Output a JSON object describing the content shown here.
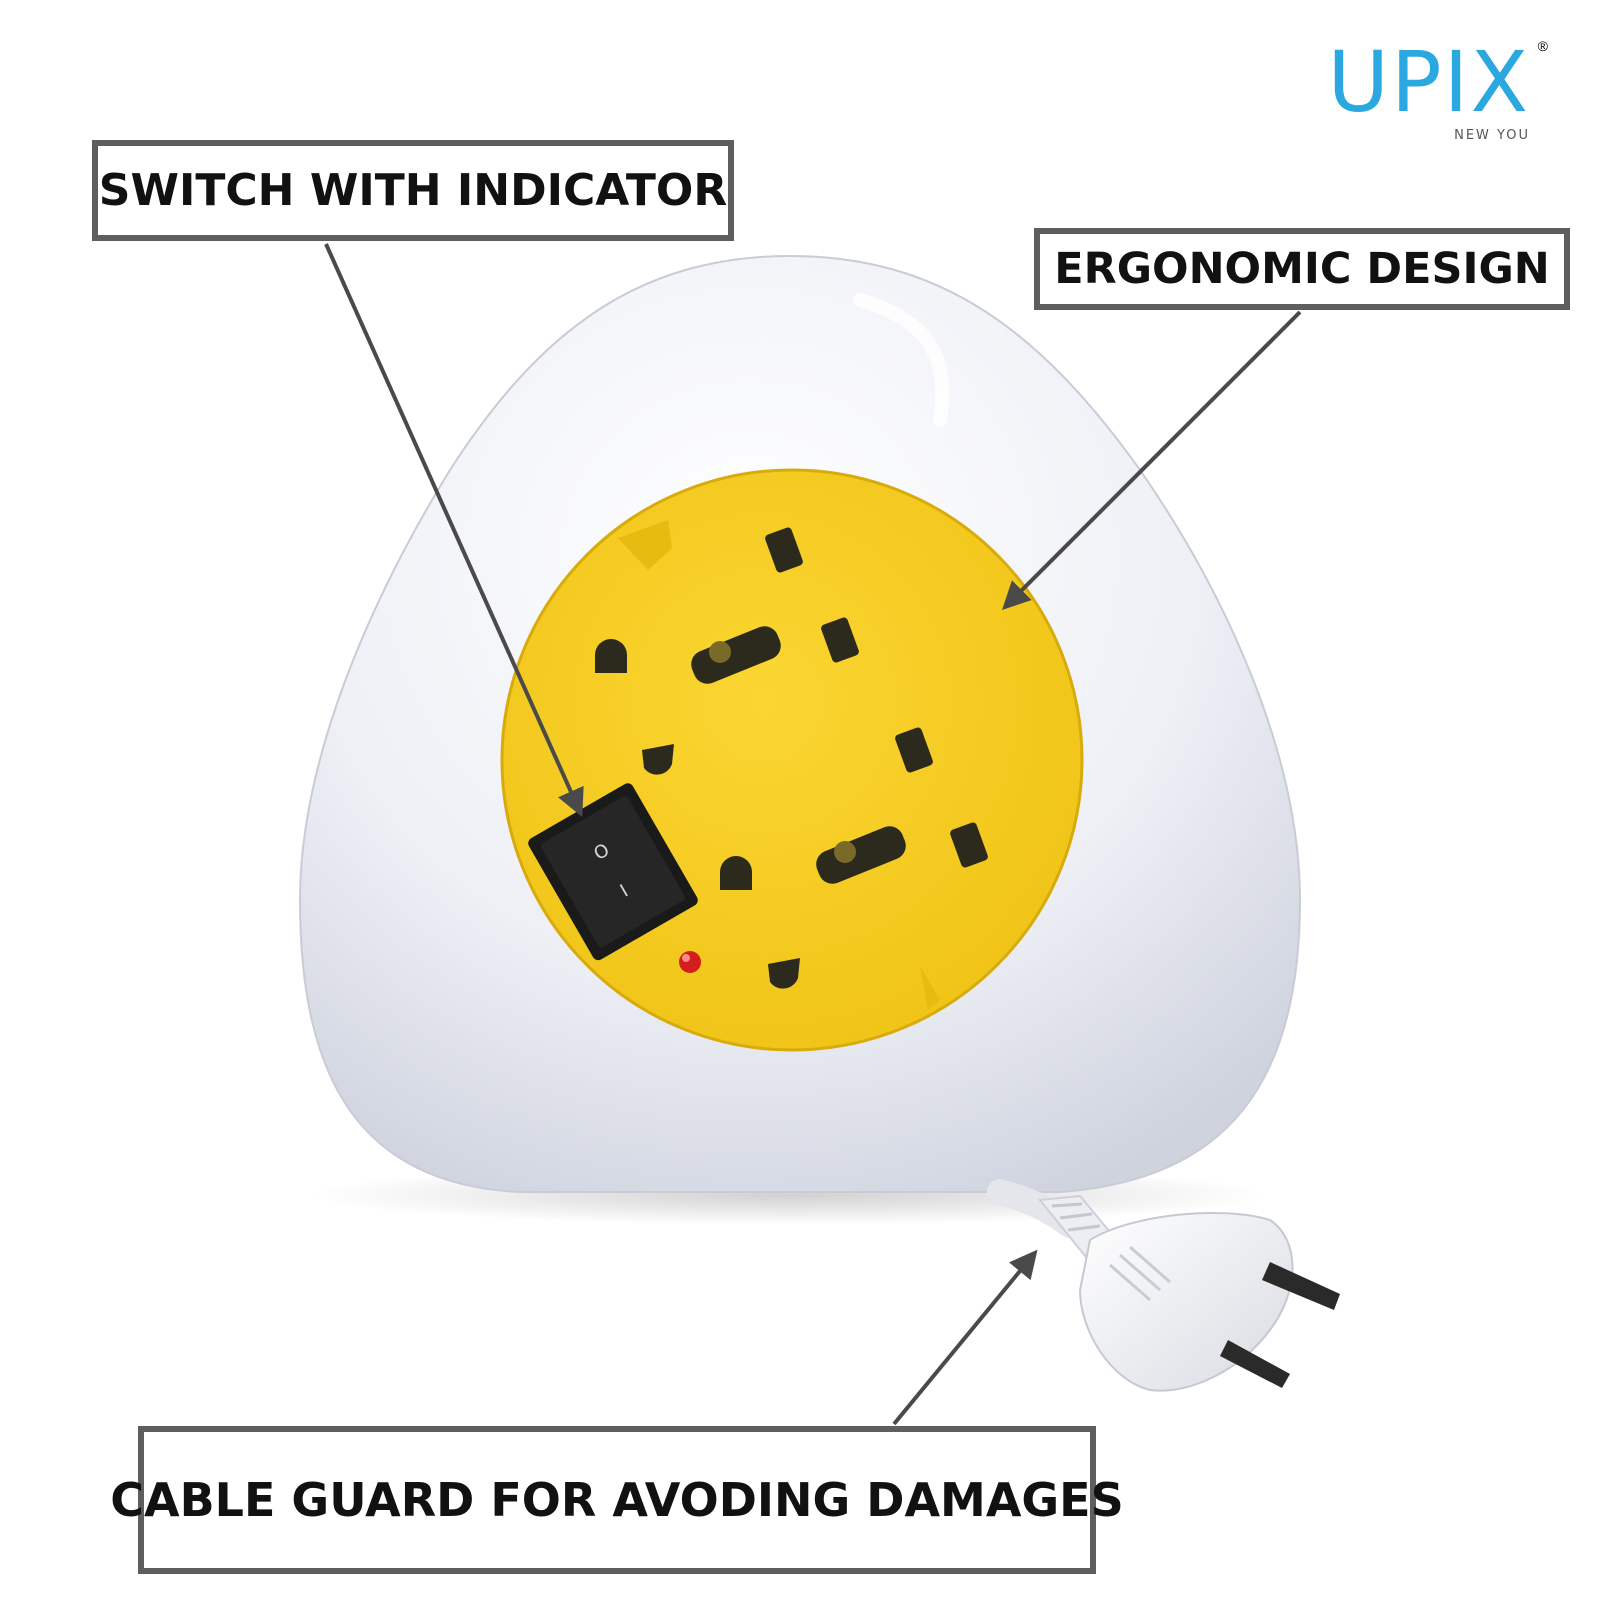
{
  "brand": {
    "name": "UPIX",
    "tagline": "NEW YOU",
    "registered_mark": "®",
    "color": "#2ba8e0"
  },
  "callouts": [
    {
      "text": "SWITCH WITH INDICATOR"
    },
    {
      "text": "ERGONOMIC DESIGN"
    },
    {
      "text": "CABLE GUARD FOR AVODING DAMAGES"
    }
  ],
  "product": {
    "switch": {
      "on_symbol": "I",
      "off_symbol": "O"
    },
    "colors": {
      "housing": "#eef0f6",
      "face_plate": "#f6cc1e",
      "switch": "#1a1a1a",
      "indicator": "#d51d1d",
      "leader_lines": "#4a4a4a"
    }
  }
}
